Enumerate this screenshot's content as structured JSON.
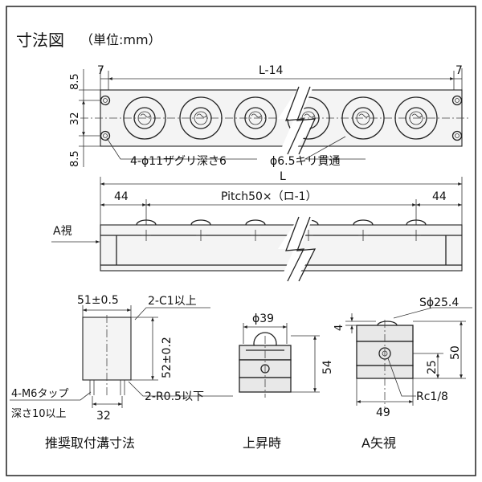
{
  "title": "寸法図",
  "unit": "（単位:mm）",
  "top_view": {
    "dim_left": "7",
    "dim_right": "7",
    "dim_length": "L-14",
    "dim_v_top": "8.5",
    "dim_v_mid": "32",
    "dim_v_bot": "8.5",
    "note_counterbore": "4-ϕ11ザグリ深さ6",
    "note_hole": "ϕ6.5キリ貫通"
  },
  "side_view": {
    "dim_L": "L",
    "dim_left": "44",
    "dim_right": "44",
    "dim_pitch": "Pitch50×（ロ-1）",
    "view_label": "A視"
  },
  "groove_view": {
    "dim_width": "51±0.5",
    "note_chamfer": "2-C1以上",
    "dim_height": "52±0.2",
    "note_tap_1": "4-M6タップ",
    "note_tap_2": "深さ10以上",
    "note_radius": "2-R0.5以下",
    "dim_bottom": "32",
    "caption": "推奨取付溝寸法"
  },
  "raised_view": {
    "dim_ball": "ϕ39",
    "dim_height": "54",
    "caption": "上昇時"
  },
  "a_view": {
    "dim_sphere": "Sϕ25.4",
    "dim_top": "4",
    "dim_height": "50",
    "dim_hole": "25",
    "dim_width": "49",
    "note_port": "Rc1/8",
    "caption": "A矢視"
  }
}
